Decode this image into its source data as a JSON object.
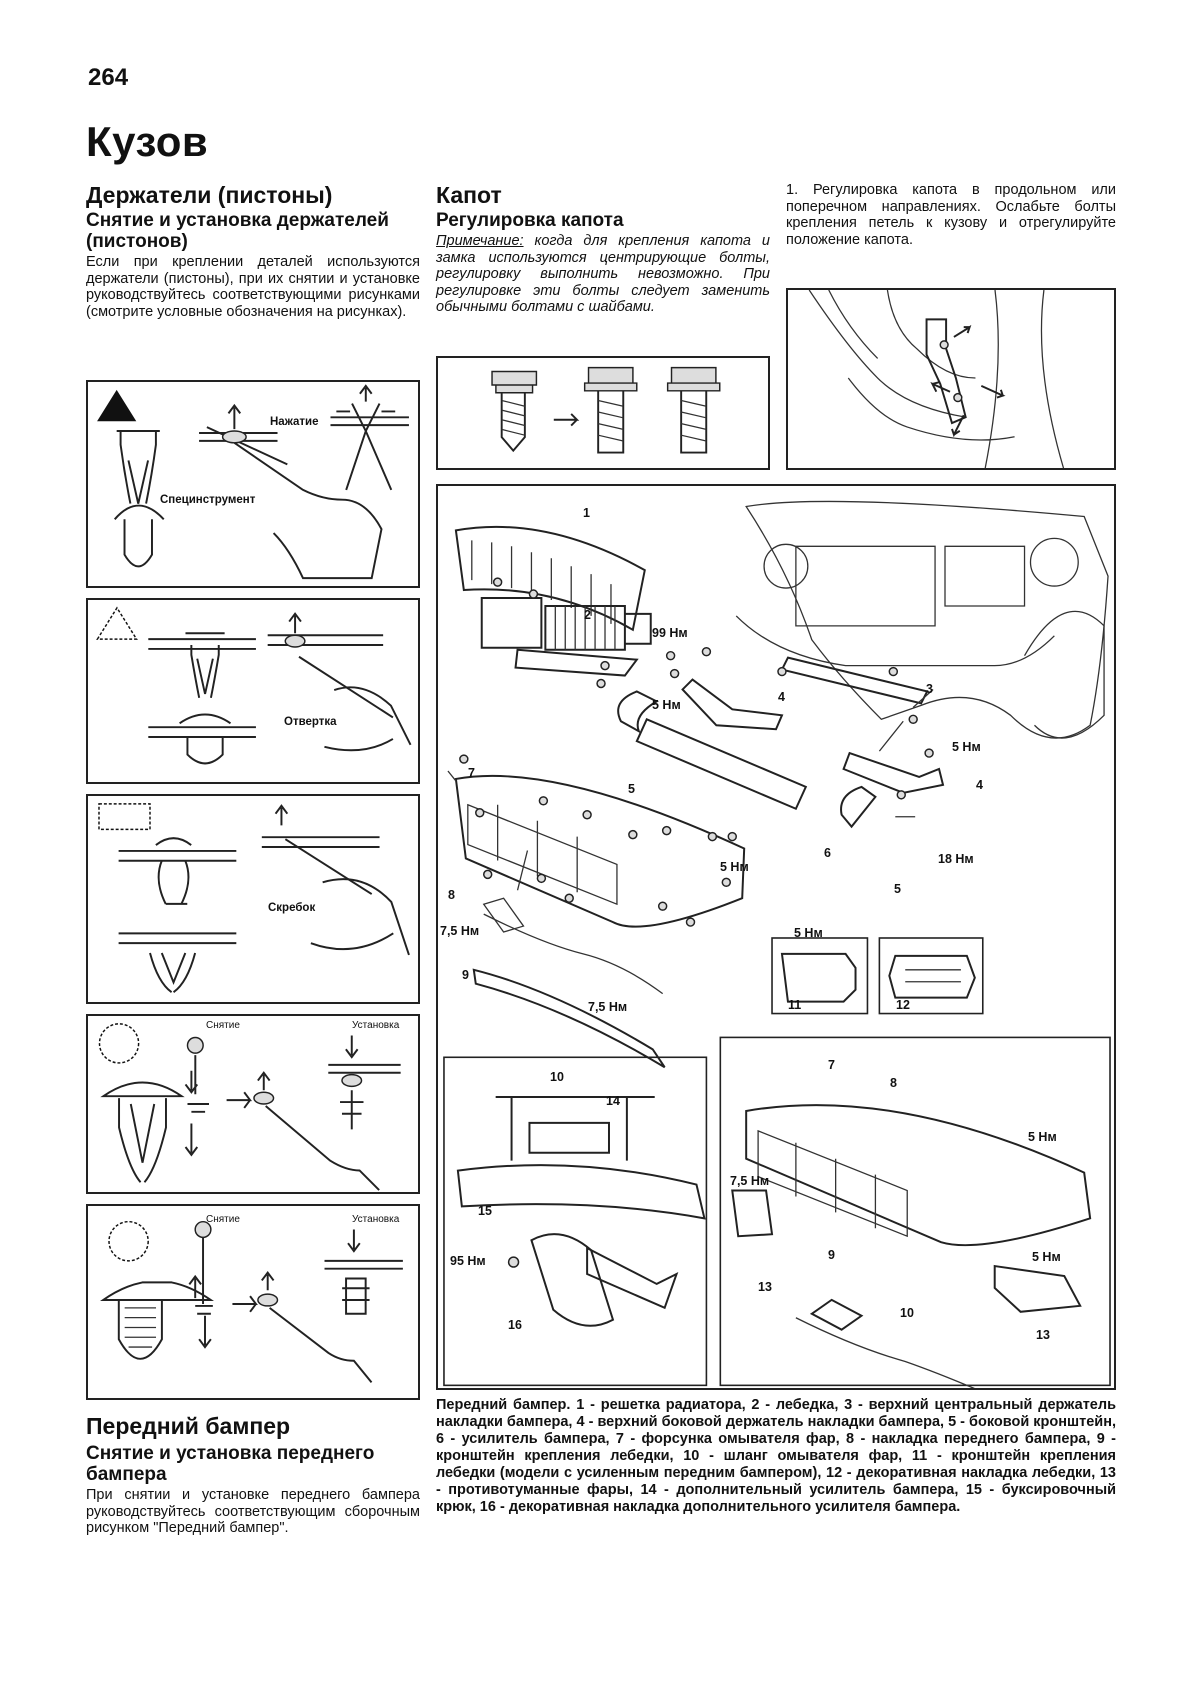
{
  "page_number": "264",
  "section_title": "Кузов",
  "left": {
    "heading": "Держатели (пистоны)",
    "subheading": "Снятие и установка держателей (пистонов)",
    "text": "Если при креплении деталей используются держатели (пистоны), при их снятии и установке руководствуйтесь соответствующими рисунками (смотрите условные обозначения на рисунках).",
    "panel1": {
      "label_pressing": "Нажатие",
      "label_tool": "Специнструмент"
    },
    "panel2": {
      "label_screwdriver": "Отвертка"
    },
    "panel3": {
      "label_scraper": "Скребок"
    },
    "panel4": {
      "label_removal": "Снятие",
      "label_install": "Установка"
    },
    "panel5": {
      "label_removal": "Снятие",
      "label_install": "Установка"
    },
    "bumper_heading": "Передний бампер",
    "bumper_subheading": "Снятие и установка переднего бампера",
    "bumper_text": "При снятии и установке переднего бампера руководствуйтесь соответствующим сборочным рисунком \"Передний бампер\"."
  },
  "middle": {
    "heading": "Капот",
    "subheading": "Регулировка капота",
    "note_label": "Примечание:",
    "note_text": " когда для крепления капота и замка используются центрирующие болты, регулировку выполнить невозможно. При регулировке эти болты следует заменить обычными болтами с шайбами."
  },
  "right": {
    "text": "1. Регулировка капота в продольном или поперечном направлениях. Ослабьте болты крепления петель к кузову и отрегулируйте положение капота."
  },
  "diagram": {
    "callouts": {
      "c1": "1",
      "c2": "2",
      "c3": "3",
      "c4a": "4",
      "c4b": "4",
      "c5a": "5",
      "c5b": "5",
      "c6": "6",
      "c7": "7",
      "c8": "8",
      "c9": "9",
      "c10": "10",
      "c11": "11",
      "c12": "12",
      "t99": "99 Нм",
      "t5a": "5 Нм",
      "t5b": "5 Нм",
      "t5c": "5 Нм",
      "t5d": "5 Нм",
      "t18": "18 Нм",
      "t75a": "7,5 Нм",
      "t75b": "7,5 Нм"
    },
    "inset1": {
      "c14": "14",
      "c15": "15",
      "c16": "16",
      "t95": "95 Нм"
    },
    "inset2": {
      "c7": "7",
      "c8": "8",
      "c9": "9",
      "c10": "10",
      "c13a": "13",
      "c13b": "13",
      "t5a": "5 Нм",
      "t5b": "5 Нм",
      "t75": "7,5 Нм"
    }
  },
  "caption": "Передний бампер. 1 - решетка радиатора, 2 - лебедка, 3 - верхний центральный держатель накладки бампера, 4 - верхний боковой держатель накладки бампера, 5 - боковой кронштейн, 6 - усилитель бампера, 7 - форсунка омывателя фар, 8 - накладка переднего бампера, 9 - кронштейн крепления лебедки, 10 - шланг омывателя фар, 11 - кронштейн крепления лебедки (модели с усиленным передним бампером), 12 - декоративная накладка лебедки, 13 - противотуманные фары, 14 - дополнительный усилитель бампера, 15 - буксировочный крюк, 16 - декоративная накладка дополнительного усилителя бампера."
}
